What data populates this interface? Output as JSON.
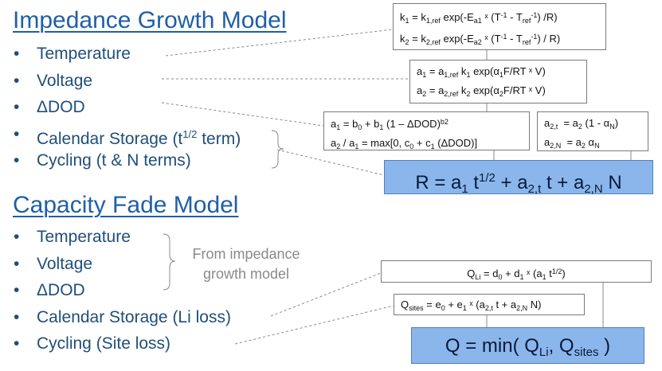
{
  "impedance": {
    "title": "Impedance Growth Model",
    "factors": [
      "Temperature",
      "Voltage",
      "ΔDOD",
      "Calendar Storage (t",
      "Cycling (t & N terms)"
    ],
    "calendar_sup": "1/2",
    "calendar_tail": " term)",
    "eq_k": [
      [
        "k",
        "1",
        " = k",
        "1,ref",
        " exp(-E",
        "a1",
        " ˣ (T",
        "-1",
        " - T",
        "ref",
        "-1",
        ") /R)"
      ],
      [
        "k",
        "2",
        " = k",
        "2,ref",
        " exp(-E",
        "a2",
        " ˣ (T",
        "-1",
        " - T",
        "ref",
        "-1",
        ") / R)"
      ]
    ],
    "eq_a_volt": [
      [
        "a",
        "1",
        " = a",
        "1,ref",
        " k",
        "1",
        " exp(α",
        "1",
        "F/RT ˣ V)"
      ],
      [
        "a",
        "2",
        " = a",
        "2,ref",
        " k",
        "2",
        " exp(α",
        "2",
        "F/RT ˣ V)"
      ]
    ],
    "eq_dod_1": [
      "a",
      "1",
      " = b",
      "0",
      " + b",
      "1",
      " (1 – ΔDOD)",
      "b2"
    ],
    "eq_dod_2": [
      "a",
      "2",
      " / a",
      "1",
      " = max[0, c",
      "0",
      " + c",
      "1",
      " (ΔDOD)]"
    ],
    "eq_split_1": [
      "a",
      "2,t",
      "  = a",
      "2",
      " (1 - α",
      "N",
      ")"
    ],
    "eq_split_2": [
      "a",
      "2,N",
      "  = a",
      "2",
      " α",
      "N"
    ],
    "result": [
      "R = a",
      "1",
      " t",
      "1/2",
      " + a",
      "2,t",
      " t + a",
      "2,N",
      " N"
    ]
  },
  "capacity": {
    "title": "Capacity Fade Model",
    "factors": [
      "Temperature",
      "Voltage",
      "ΔDOD",
      "Calendar Storage (Li loss)",
      "Cycling (Site loss)"
    ],
    "note": "From impedance\ngrowth model",
    "eq_li": [
      "Q",
      "Li",
      " = d",
      "0",
      " + d",
      "1",
      " ˣ (a",
      "1",
      " t",
      "1/2",
      ")"
    ],
    "eq_sites": [
      "Q",
      "sites",
      " = e",
      "0",
      " + e",
      "1",
      " ˣ (a",
      "2,t",
      " t + a",
      "2,N",
      " N)"
    ],
    "result": [
      "Q = min( Q",
      "Li",
      ", Q",
      "sites",
      " )"
    ]
  },
  "bullet_glyph": "•",
  "colors": {
    "heading": "#1f5fa8",
    "bullet_text": "#1f4e79",
    "result_fill": "#8ab6ec",
    "note_text": "#8a8a8a"
  }
}
